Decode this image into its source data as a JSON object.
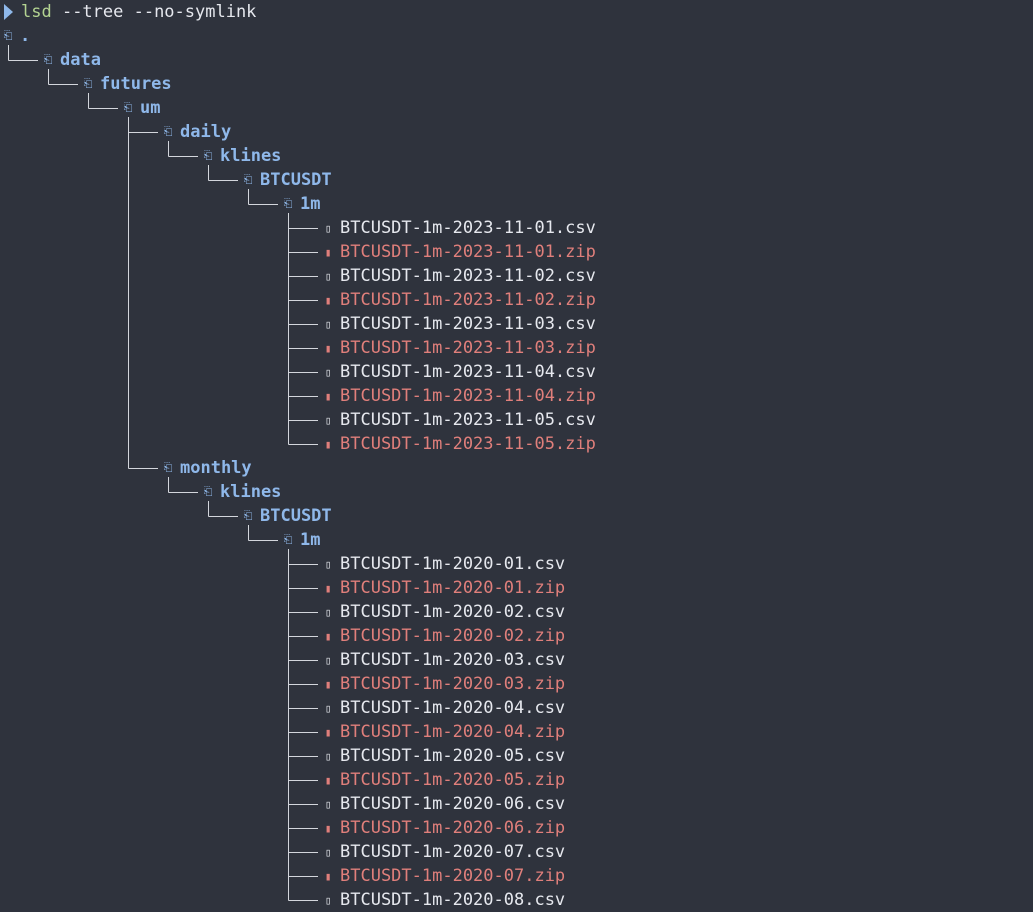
{
  "prompt": {
    "command": "lsd",
    "args": " --tree --no-symlink"
  },
  "colors": {
    "background": "#2f333d",
    "directory": "#8fb8ea",
    "file": "#e6e8ee",
    "archive": "#e07f7b",
    "command": "#b3d391",
    "tree_lines": "#d3d6dc"
  },
  "icons": {
    "folder": "folder-open-icon",
    "file": "file-icon",
    "archive": "archive-icon"
  },
  "tree": [
    {
      "depth": 0,
      "type": "dir",
      "label": "."
    },
    {
      "depth": 1,
      "type": "dir",
      "label": "data"
    },
    {
      "depth": 2,
      "type": "dir",
      "label": "futures"
    },
    {
      "depth": 3,
      "type": "dir",
      "label": "um"
    },
    {
      "depth": 4,
      "type": "dir",
      "label": "daily"
    },
    {
      "depth": 5,
      "type": "dir",
      "label": "klines"
    },
    {
      "depth": 6,
      "type": "dir",
      "label": "BTCUSDT"
    },
    {
      "depth": 7,
      "type": "dir",
      "label": "1m"
    },
    {
      "depth": 8,
      "type": "file",
      "label": "BTCUSDT-1m-2023-11-01.csv"
    },
    {
      "depth": 8,
      "type": "zip",
      "label": "BTCUSDT-1m-2023-11-01.zip"
    },
    {
      "depth": 8,
      "type": "file",
      "label": "BTCUSDT-1m-2023-11-02.csv"
    },
    {
      "depth": 8,
      "type": "zip",
      "label": "BTCUSDT-1m-2023-11-02.zip"
    },
    {
      "depth": 8,
      "type": "file",
      "label": "BTCUSDT-1m-2023-11-03.csv"
    },
    {
      "depth": 8,
      "type": "zip",
      "label": "BTCUSDT-1m-2023-11-03.zip"
    },
    {
      "depth": 8,
      "type": "file",
      "label": "BTCUSDT-1m-2023-11-04.csv"
    },
    {
      "depth": 8,
      "type": "zip",
      "label": "BTCUSDT-1m-2023-11-04.zip"
    },
    {
      "depth": 8,
      "type": "file",
      "label": "BTCUSDT-1m-2023-11-05.csv"
    },
    {
      "depth": 8,
      "type": "zip",
      "label": "BTCUSDT-1m-2023-11-05.zip"
    },
    {
      "depth": 4,
      "type": "dir",
      "label": "monthly"
    },
    {
      "depth": 5,
      "type": "dir",
      "label": "klines"
    },
    {
      "depth": 6,
      "type": "dir",
      "label": "BTCUSDT"
    },
    {
      "depth": 7,
      "type": "dir",
      "label": "1m"
    },
    {
      "depth": 8,
      "type": "file",
      "label": "BTCUSDT-1m-2020-01.csv"
    },
    {
      "depth": 8,
      "type": "zip",
      "label": "BTCUSDT-1m-2020-01.zip"
    },
    {
      "depth": 8,
      "type": "file",
      "label": "BTCUSDT-1m-2020-02.csv"
    },
    {
      "depth": 8,
      "type": "zip",
      "label": "BTCUSDT-1m-2020-02.zip"
    },
    {
      "depth": 8,
      "type": "file",
      "label": "BTCUSDT-1m-2020-03.csv"
    },
    {
      "depth": 8,
      "type": "zip",
      "label": "BTCUSDT-1m-2020-03.zip"
    },
    {
      "depth": 8,
      "type": "file",
      "label": "BTCUSDT-1m-2020-04.csv"
    },
    {
      "depth": 8,
      "type": "zip",
      "label": "BTCUSDT-1m-2020-04.zip"
    },
    {
      "depth": 8,
      "type": "file",
      "label": "BTCUSDT-1m-2020-05.csv"
    },
    {
      "depth": 8,
      "type": "zip",
      "label": "BTCUSDT-1m-2020-05.zip"
    },
    {
      "depth": 8,
      "type": "file",
      "label": "BTCUSDT-1m-2020-06.csv"
    },
    {
      "depth": 8,
      "type": "zip",
      "label": "BTCUSDT-1m-2020-06.zip"
    },
    {
      "depth": 8,
      "type": "file",
      "label": "BTCUSDT-1m-2020-07.csv"
    },
    {
      "depth": 8,
      "type": "zip",
      "label": "BTCUSDT-1m-2020-07.zip"
    },
    {
      "depth": 8,
      "type": "file",
      "label": "BTCUSDT-1m-2020-08.csv"
    }
  ]
}
